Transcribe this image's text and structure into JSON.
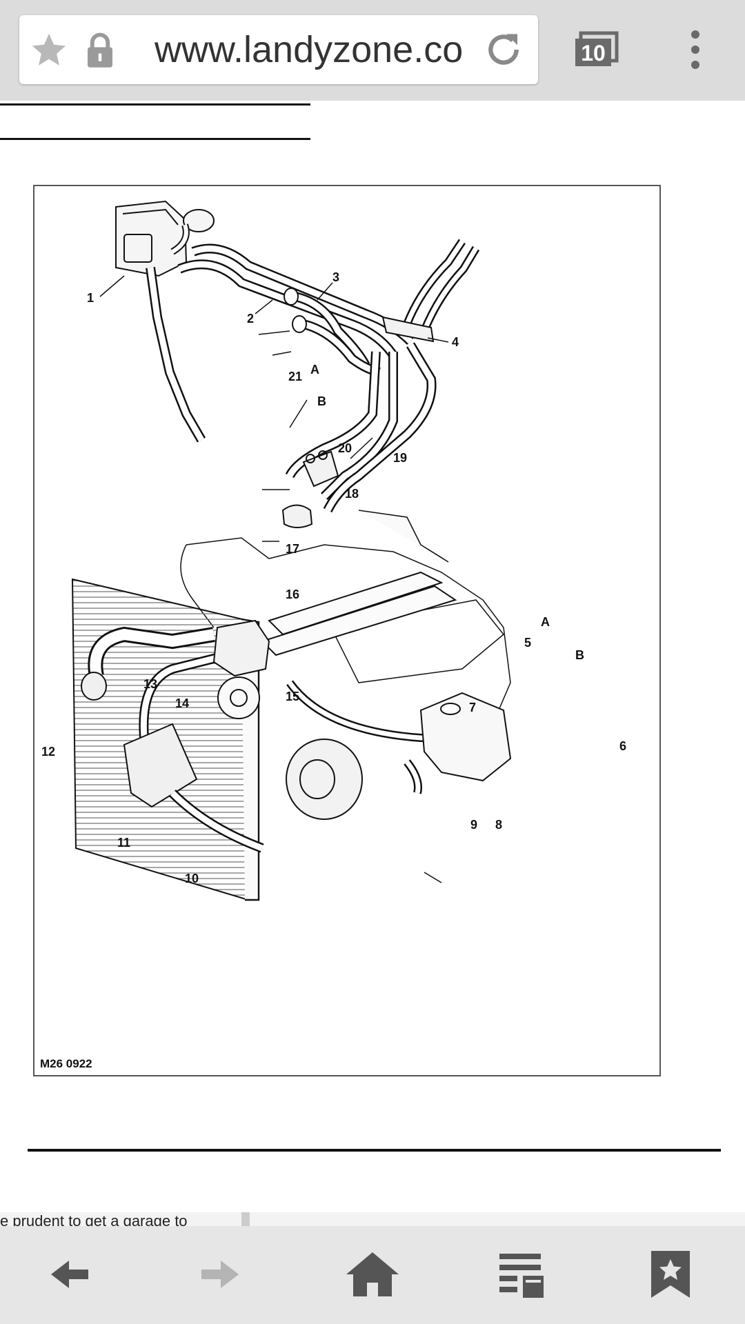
{
  "browser": {
    "url": "www.landyzone.co",
    "tab_count": "10",
    "icons": {
      "bookmark": "star-icon",
      "security": "lock-icon",
      "reload": "reload-icon",
      "tabs": "tabs-icon",
      "menu": "overflow-menu-icon"
    }
  },
  "figure": {
    "code": "M26 0922",
    "callouts": [
      "1",
      "2",
      "3",
      "4",
      "5",
      "6",
      "7",
      "8",
      "9",
      "10",
      "11",
      "12",
      "13",
      "14",
      "15",
      "16",
      "17",
      "18",
      "19",
      "20",
      "21",
      "A",
      "B",
      "A",
      "B"
    ]
  },
  "snippet": {
    "text": "e prudent to get a garage to"
  },
  "bottom_nav": {
    "icons": [
      "back-arrow-icon",
      "forward-arrow-icon",
      "home-icon",
      "reading-list-icon",
      "bookmarks-icon"
    ]
  },
  "colors": {
    "toolbar": "#dcdcdc",
    "bottom_bar": "#e6e6e6",
    "icon_gray": "#6a6a6a"
  }
}
